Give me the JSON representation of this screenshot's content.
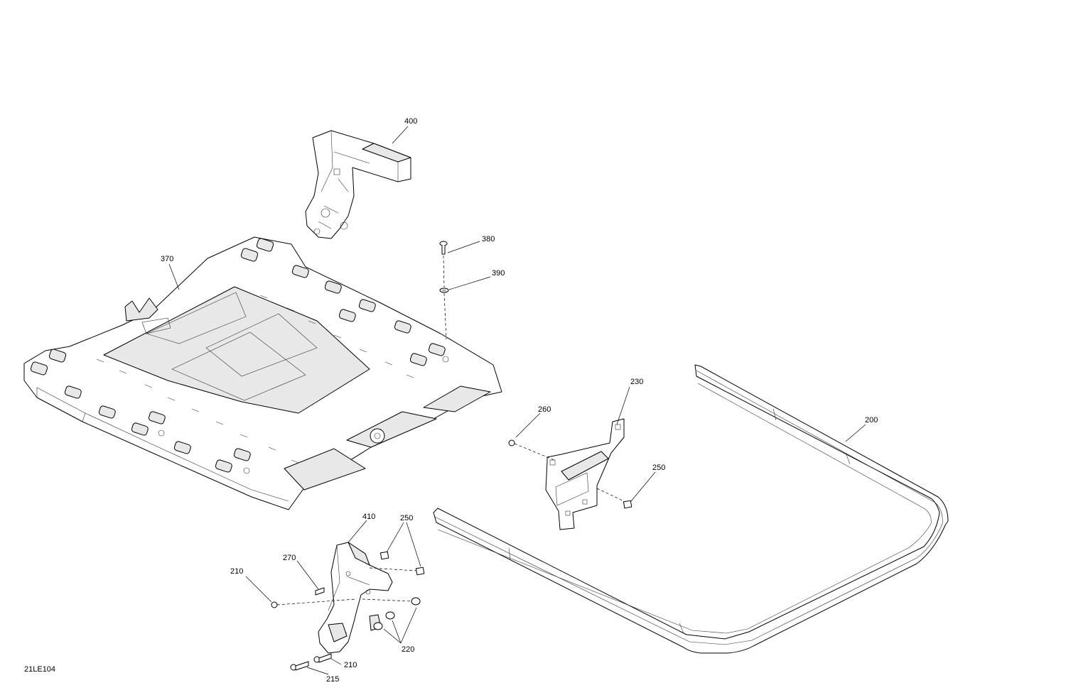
{
  "diagram_id": "21LE104",
  "callouts": {
    "c400": "400",
    "c380": "380",
    "c390": "390",
    "c370": "370",
    "c230": "230",
    "c260": "260",
    "c200": "200",
    "c250a": "250",
    "c410": "410",
    "c250b": "250",
    "c270": "270",
    "c210a": "210",
    "c220": "220",
    "c210b": "210",
    "c215": "215"
  },
  "colors": {
    "line": "#000000",
    "shade": "#e8e8e8",
    "background": "#ffffff"
  }
}
